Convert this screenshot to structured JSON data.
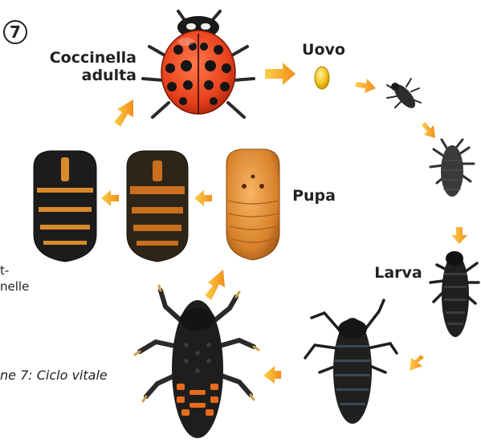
{
  "figure": {
    "number": "7",
    "caption": "ne 7: Ciclo vitale"
  },
  "labels": {
    "adult_line1": "Coccinella",
    "adult_line2": "adulta",
    "egg": "Uovo",
    "pupa": "Pupa",
    "larva": "Larva"
  },
  "side_text": {
    "line1": "t-",
    "line2": "nelle"
  },
  "colors": {
    "arrow": "#f5a623",
    "ladybug_red": "#e8401c",
    "egg": "#f3c21a",
    "pupa_orange": "#d9822b",
    "dark_insect": "#1e1e1e"
  }
}
